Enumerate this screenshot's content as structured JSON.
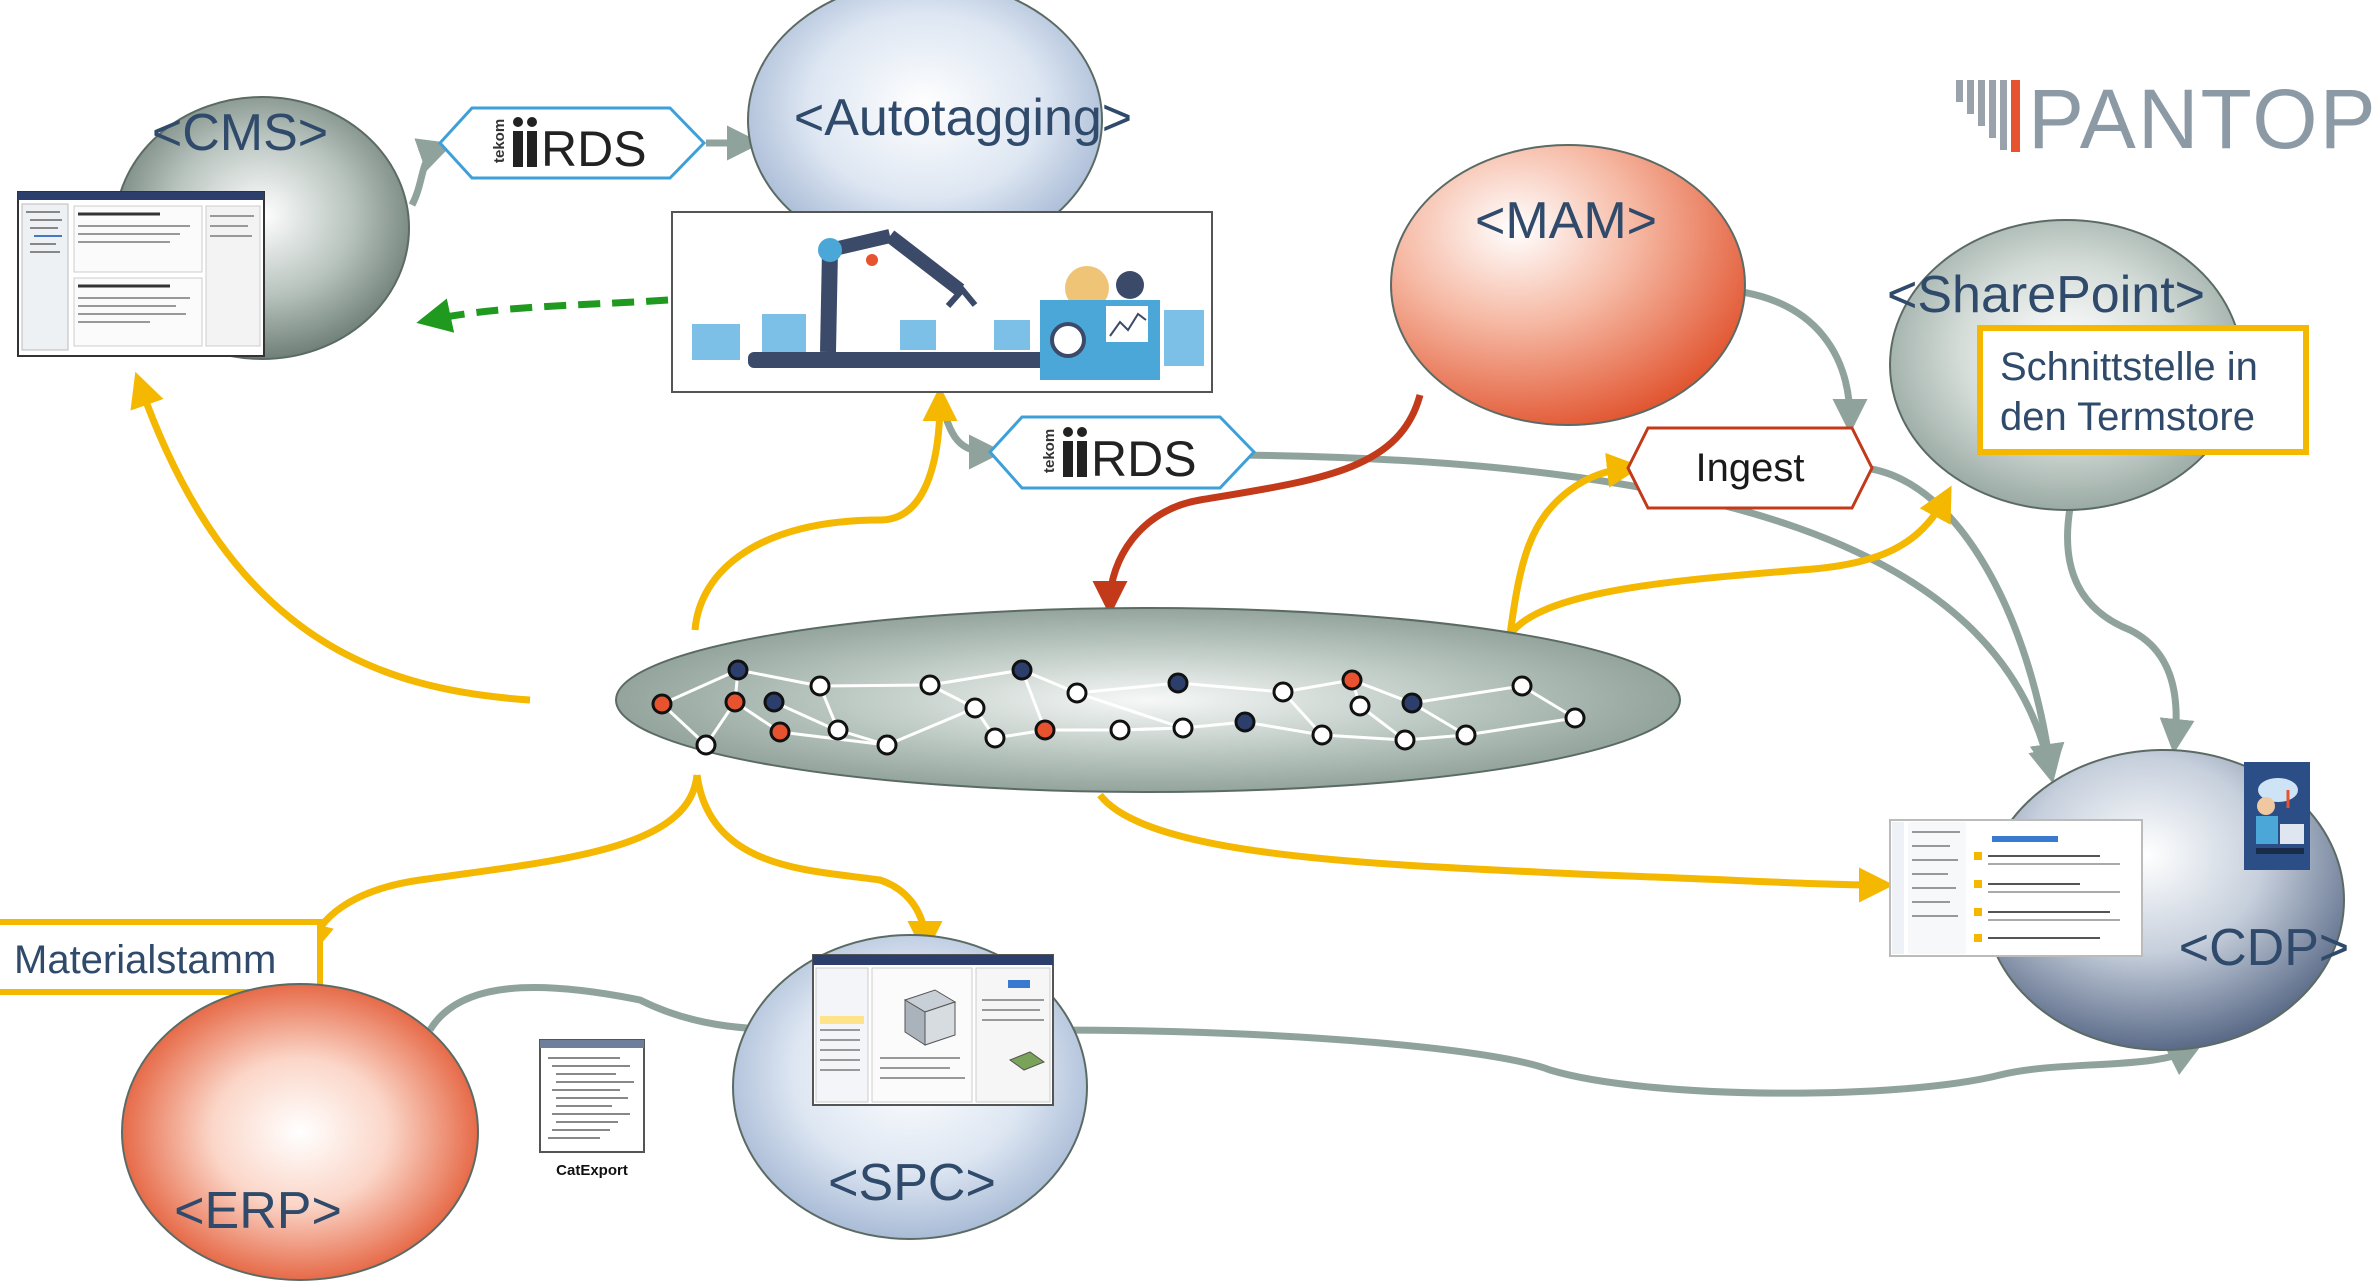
{
  "logo": {
    "text": "PANTOP"
  },
  "nodes": {
    "cms": "<CMS>",
    "autotagging": "<Autotagging>",
    "mam": "<MAM>",
    "sharepoint": "<SharePoint>",
    "cdp": "<CDP>",
    "erp": "<ERP>",
    "spc": "<SPC>"
  },
  "labels": {
    "termstore_line1": "Schnittstelle in",
    "termstore_line2": "den Termstore",
    "materialstamm": "Materialstamm",
    "ingest": "Ingest",
    "catexport": "CatExport"
  },
  "badges": {
    "iirds_1": {
      "tekom": "tekom",
      "text": "iiRDS"
    },
    "iirds_2": {
      "tekom": "tekom",
      "text": "iiRDS"
    }
  },
  "colors": {
    "yellow_arrow": "#f5b800",
    "gray_arrow": "#8fa39c",
    "green_dashed": "#1f9a1f",
    "red_arrow": "#c23a1a",
    "orange_node": "#e8532f",
    "navy_node": "#2c3e6b",
    "box_border": "#f5b800",
    "ingest_border": "#c23a1a"
  }
}
